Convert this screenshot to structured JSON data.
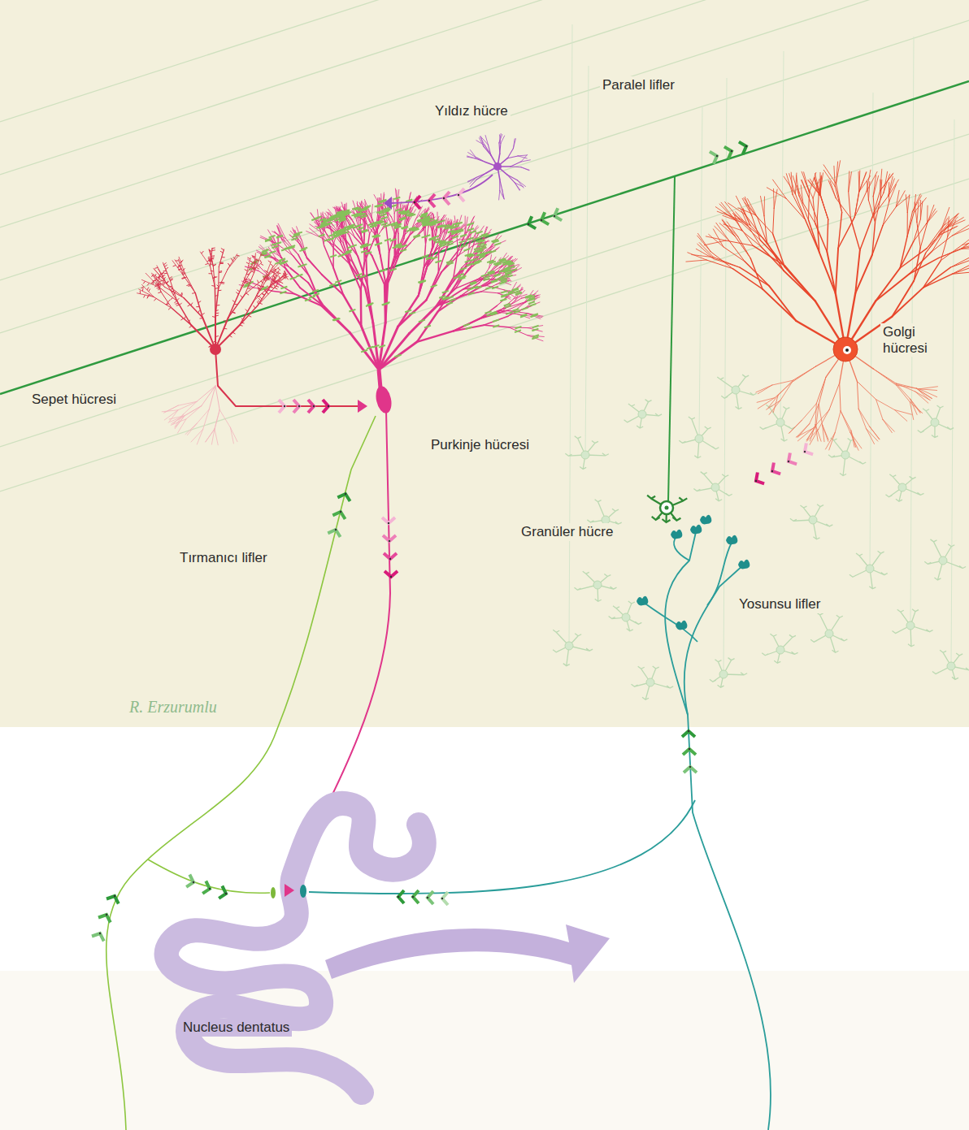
{
  "diagram": {
    "labels": [
      "Paralel lifler",
      "Yıldız hücre",
      "Sepet hücresi",
      "Purkinje hücresi",
      "Golgi hücresi",
      "Granüler hücre",
      "Tırmanıcı lifler",
      "Yosunsu lifler",
      "R. Erzurumlu",
      "Nucleus dentatus"
    ]
  }
}
